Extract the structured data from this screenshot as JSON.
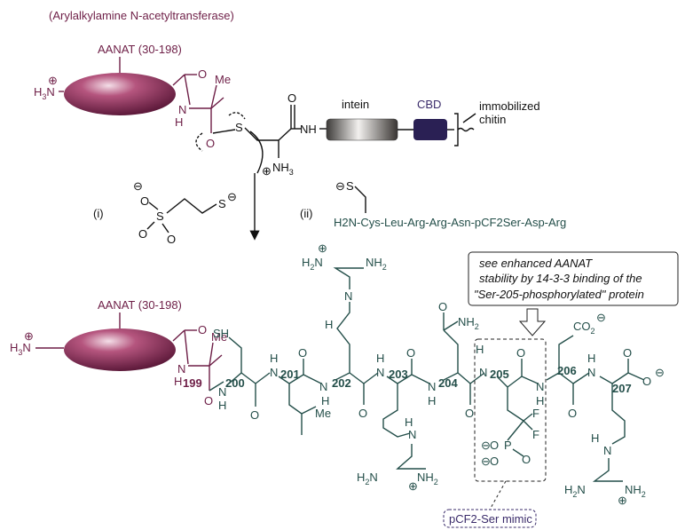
{
  "title": "(Arylalkylamine N-acetyltransferase)",
  "protein_label_top": "AANAT (30-198)",
  "protein_label_bottom": "AANAT (30-198)",
  "amine": "H3N",
  "plus": "⊕",
  "minus": "⊖",
  "intein": "intein",
  "cbd": "CBD",
  "immobilized": "immobilized",
  "chitin": "chitin",
  "reagent_i": "(i)",
  "reagent_ii": "(ii)",
  "peptide": "H2N-Cys-Leu-Arg-Arg-Asn-pCF2Ser-Asp-Arg",
  "callout_line1": "see enhanced AANAT",
  "callout_line2": "stability by 14-3-3 binding of the",
  "callout_line3": "\"Ser-205-phosphorylated\" protein",
  "mimic_label": "pCF2-Ser mimic",
  "residues": [
    "199",
    "200",
    "201",
    "202",
    "203",
    "204",
    "205",
    "206",
    "207"
  ],
  "atoms": {
    "N": "N",
    "H": "H",
    "O": "O",
    "S": "S",
    "F": "F",
    "P": "P",
    "Me": "Me",
    "NH": "NH",
    "NH2": "NH2",
    "NH3": "NH3",
    "CO2": "CO2"
  }
}
